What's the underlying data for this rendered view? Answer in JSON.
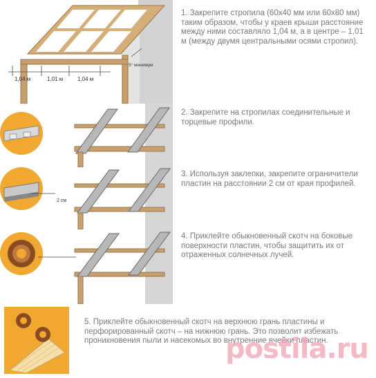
{
  "steps": [
    {
      "text": "1. Закрепите стропила (60х40 мм или 60х80 мм) таким образом, чтобы у краев крыши расстояние между ними составляло 1,04 м, а в центре – 1,01 м (между двумя центральными осями стропил)."
    },
    {
      "text": "2. Закрепите на стропилах соединительные и торцевые профили."
    },
    {
      "text": "3. Используя заклепки, закрепите ограничители пластин на расстоянии 2 см от края профилей."
    },
    {
      "text": "4. Приклейте обыкновенный скотч на боковые поверхности пластин, чтобы защитить их от отраженных солнечных лучей."
    },
    {
      "text": "5. Приклейте обыкновенный скотч на верхнюю грань пластины и перфорированный скотч – на нижнюю грань. Это позволит избежать проникновения пыли и насекомых во внутренние ячейки пластин."
    }
  ],
  "labels": {
    "dim_left": "1,04 м",
    "dim_center": "1,01 м",
    "dim_right": "1,04 м",
    "angle": "5° минимум",
    "gap": "2 см"
  },
  "watermark": "postila.ru",
  "colors": {
    "wood": "#c8a070",
    "wood_dark": "#9a7448",
    "wall": "#cfcfcf",
    "text": "#7a7a7a",
    "accent": "#f0a830"
  }
}
